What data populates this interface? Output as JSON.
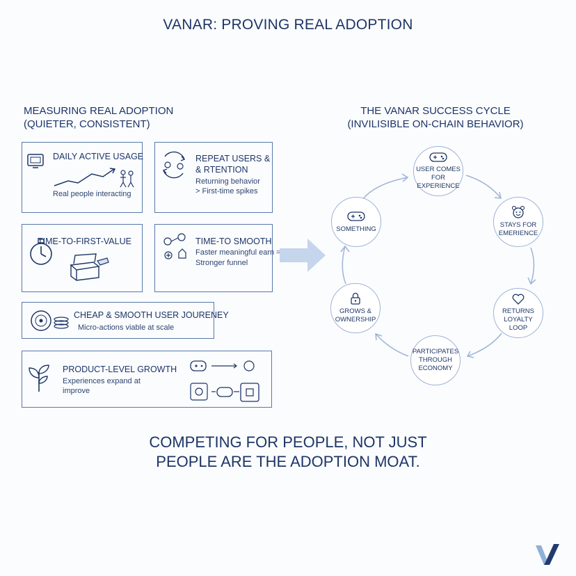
{
  "title": "VANAR: PROVING REAL ADOPTION",
  "left_section": {
    "heading_line1": "MEASURING REAL ADOPTION",
    "heading_line2": "(QUIETER, CONSISTENT)",
    "cards": [
      {
        "title": "DAILY ACTIVE USAGE",
        "sub1": "Real people interacting",
        "sub2": "",
        "icon": "monitor-growth-icon"
      },
      {
        "title": "REPEAT USERS &",
        "title2": "& RTENTION",
        "sub1": "Returning behavior",
        "sub2": "> First-time spikes",
        "icon": "cycle-users-icon"
      },
      {
        "title": "TIME-TO-FIRST-VALUE",
        "sub1": "",
        "sub2": "",
        "icon": "stopwatch-chest-icon"
      },
      {
        "title": "TIME-TO SMOOTH",
        "sub1": "Faster meaningful earn =",
        "sub2": "Stronger funnel",
        "icon": "funnel-nodes-icon"
      },
      {
        "title": "CHEAP & SMOOTH USER JOURENEY",
        "sub1": "Micro-actions viable at scale",
        "sub2": "",
        "icon": "coins-icon"
      },
      {
        "title": "PRODUCT-LEVEL GROWTH",
        "sub1": "Experiences expand at",
        "sub2": "improve",
        "icon": "sprout-icon"
      }
    ]
  },
  "right_section": {
    "heading_line1": "THE VANAR SUCCESS CYCLE",
    "heading_line2": "(INVILISIBLE ON-CHAIN BEHAVIOR)",
    "nodes": [
      {
        "line1": "USER COMES FOR",
        "line2": "EXPERIENCE",
        "line3": "",
        "icon": "gamepad-icon"
      },
      {
        "line1": "STAYS FOR",
        "line2": "EMERIENCE",
        "line3": "",
        "icon": "smiley-icon"
      },
      {
        "line1": "RETURNS",
        "line2": "LOYALTY",
        "line3": "LOOP",
        "icon": "heart-icon"
      },
      {
        "line1": "PARTICIPATES",
        "line2": "THROUGH",
        "line3": "ECONOMY",
        "icon": "none"
      },
      {
        "line1": "GROWS &",
        "line2": "OWNERSHIP",
        "line3": "",
        "icon": "lock-icon"
      },
      {
        "line1": "SOMETHING",
        "line2": "",
        "line3": "",
        "icon": "gamepad-icon"
      }
    ]
  },
  "tagline": {
    "line1": "COMPETING FOR PEOPLE, NOT JUST",
    "line2": "PEOPLE ARE THE ADOPTION MOAT."
  },
  "colors": {
    "navy": "#1d3566",
    "card_border": "#5a77a8",
    "node_border": "#9eb3d6",
    "arrow_fill": "#c5d5ec",
    "logo_navy": "#1f3b6e",
    "logo_light": "#8fb0d8"
  }
}
